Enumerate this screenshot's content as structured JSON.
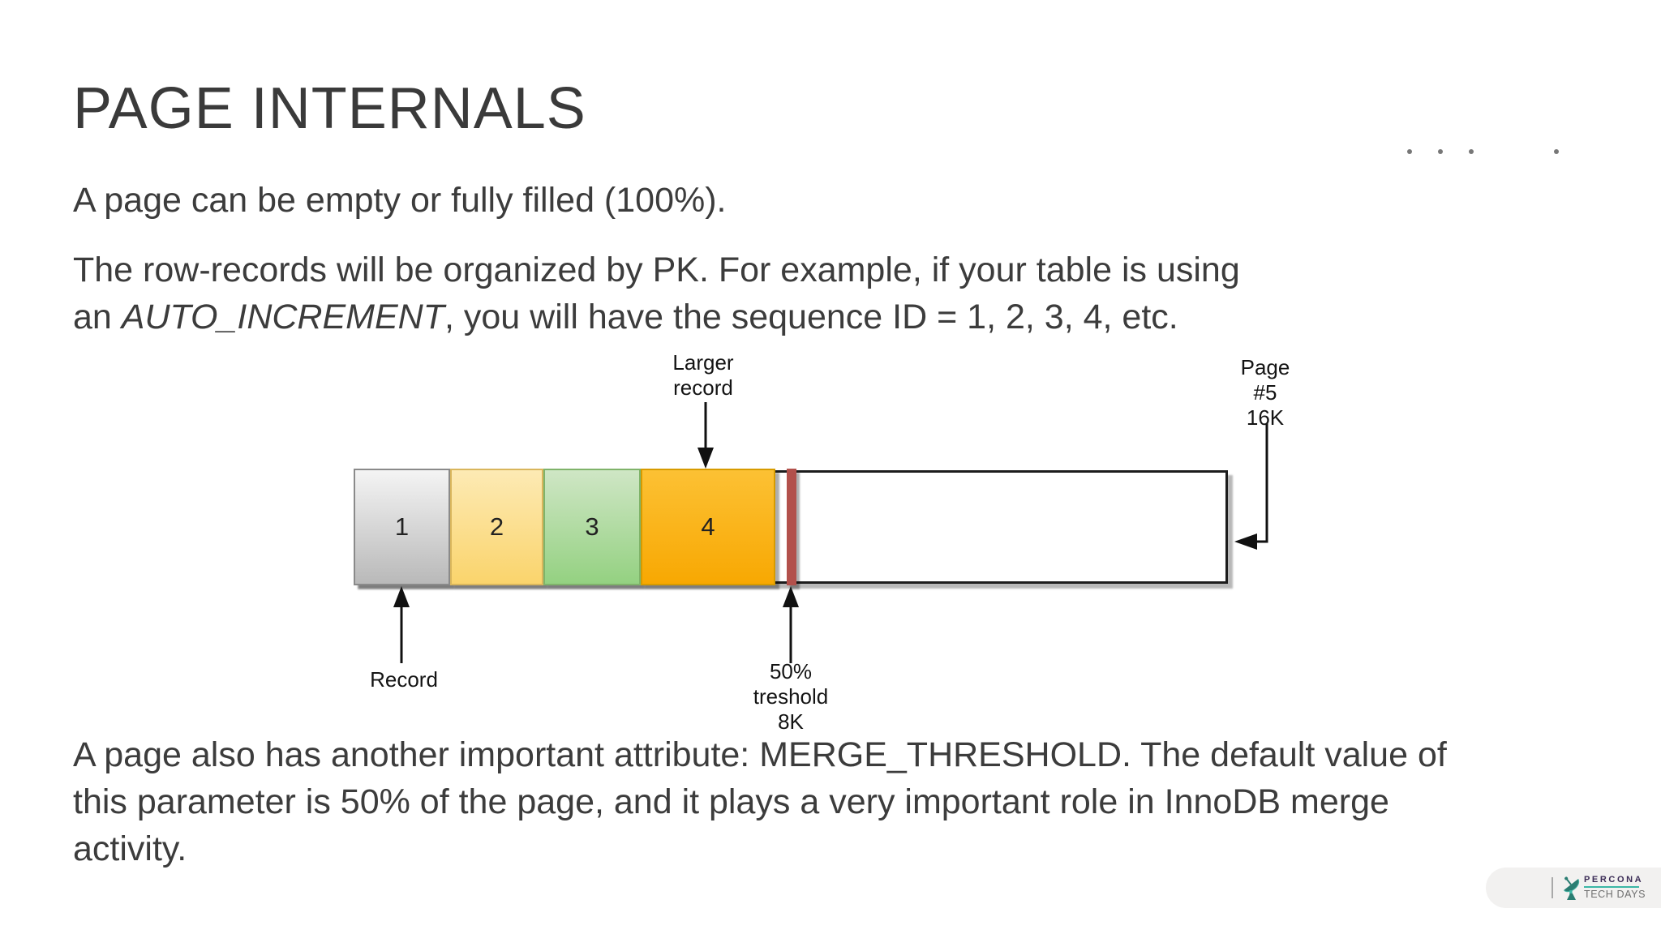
{
  "slide": {
    "title": "PAGE INTERNALS",
    "paragraph1": "A page can be empty or fully filled (100%).",
    "paragraph2": {
      "line1": "The row-records will be organized by PK. For example, if your table is using",
      "line2_pre": "an ",
      "line2_italic": "AUTO_INCREMENT",
      "line2_post": ", you will have the sequence ID = 1, 2, 3, 4, etc."
    },
    "paragraph3": {
      "line1": "A page also has another important attribute: MERGE_THRESHOLD. The default value of",
      "line2": "this parameter is 50% of the page, and it plays a very important role in InnoDB merge",
      "line3": "activity."
    }
  },
  "diagram": {
    "page_capacity": "16K",
    "blocks": [
      {
        "label": "1",
        "fill_top": "#f4f4f4",
        "fill_bottom": "#b9b9b9",
        "border": "#8a8a8a"
      },
      {
        "label": "2",
        "fill_top": "#fdeab4",
        "fill_bottom": "#fad46c",
        "border": "#d9b65c"
      },
      {
        "label": "3",
        "fill_top": "#cfe6c5",
        "fill_bottom": "#94d181",
        "border": "#7fb36a"
      },
      {
        "label": "4",
        "fill_top": "#fcc134",
        "fill_bottom": "#f8a802",
        "border": "#d79b00"
      }
    ],
    "threshold_line_color": "#b2504b",
    "labels": {
      "larger_record": "Larger\nrecord",
      "page": "Page\n#5\n16K",
      "record": "Record",
      "threshold": "50%\ntreshold\n8K"
    }
  },
  "footer_logo": {
    "brand": "PERCONA",
    "sub": "TECH DAYS",
    "colors": {
      "purple": "#3c2d57",
      "teal": "#3bb6a5",
      "gray": "#6f6f6f"
    }
  }
}
